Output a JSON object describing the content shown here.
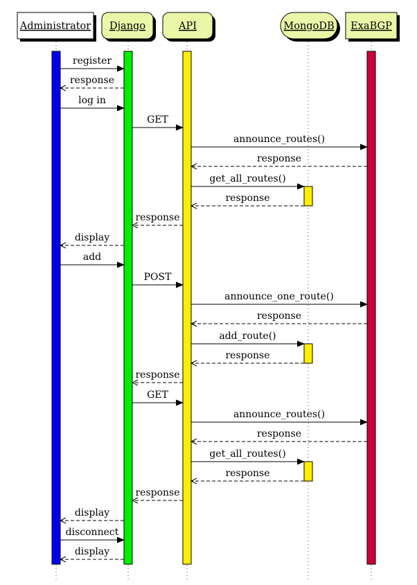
{
  "participants": [
    {
      "id": "admin",
      "label": "Administrator",
      "shape": "rect",
      "color": "#ffffff",
      "activation_color": "#0000ee"
    },
    {
      "id": "django",
      "label": "Django",
      "shape": "rounded",
      "color": "#eaf7a8",
      "activation_color": "#00ee00"
    },
    {
      "id": "api",
      "label": "API",
      "shape": "rounded",
      "color": "#eaf7a8",
      "activation_color": "#ffee00"
    },
    {
      "id": "mongo",
      "label": "MongoDB",
      "shape": "stadium",
      "color": "#eaf7a8",
      "activation_color": "#ffee00"
    },
    {
      "id": "exabgp",
      "label": "ExaBGP",
      "shape": "rect",
      "color": "#eaf7a8",
      "activation_color": "#c8003c"
    }
  ],
  "messages": [
    {
      "from": "admin",
      "to": "django",
      "label": "register",
      "style": "solid"
    },
    {
      "from": "django",
      "to": "admin",
      "label": "response",
      "style": "dashed"
    },
    {
      "from": "admin",
      "to": "django",
      "label": "log in",
      "style": "solid"
    },
    {
      "from": "django",
      "to": "api",
      "label": "GET",
      "style": "solid"
    },
    {
      "from": "api",
      "to": "exabgp",
      "label": "announce_routes()",
      "style": "solid"
    },
    {
      "from": "exabgp",
      "to": "api",
      "label": "response",
      "style": "dashed"
    },
    {
      "from": "api",
      "to": "mongo",
      "label": "get_all_routes()",
      "style": "solid"
    },
    {
      "from": "mongo",
      "to": "api",
      "label": "response",
      "style": "dashed"
    },
    {
      "from": "api",
      "to": "django",
      "label": "response",
      "style": "dashed"
    },
    {
      "from": "django",
      "to": "admin",
      "label": "display",
      "style": "dashed"
    },
    {
      "from": "admin",
      "to": "django",
      "label": "add",
      "style": "solid"
    },
    {
      "from": "django",
      "to": "api",
      "label": "POST",
      "style": "solid"
    },
    {
      "from": "api",
      "to": "exabgp",
      "label": "announce_one_route()",
      "style": "solid"
    },
    {
      "from": "exabgp",
      "to": "api",
      "label": "response",
      "style": "dashed"
    },
    {
      "from": "api",
      "to": "mongo",
      "label": "add_route()",
      "style": "solid"
    },
    {
      "from": "mongo",
      "to": "api",
      "label": "response",
      "style": "dashed"
    },
    {
      "from": "api",
      "to": "django",
      "label": "response",
      "style": "dashed"
    },
    {
      "from": "django",
      "to": "api",
      "label": "GET",
      "style": "solid"
    },
    {
      "from": "api",
      "to": "exabgp",
      "label": "announce_routes()",
      "style": "solid"
    },
    {
      "from": "exabgp",
      "to": "api",
      "label": "response",
      "style": "dashed"
    },
    {
      "from": "api",
      "to": "mongo",
      "label": "get_all_routes()",
      "style": "solid"
    },
    {
      "from": "mongo",
      "to": "api",
      "label": "response",
      "style": "dashed"
    },
    {
      "from": "api",
      "to": "django",
      "label": "response",
      "style": "dashed"
    },
    {
      "from": "django",
      "to": "admin",
      "label": "display",
      "style": "dashed"
    },
    {
      "from": "admin",
      "to": "django",
      "label": "disconnect",
      "style": "solid"
    },
    {
      "from": "django",
      "to": "admin",
      "label": "display",
      "style": "dashed"
    }
  ]
}
